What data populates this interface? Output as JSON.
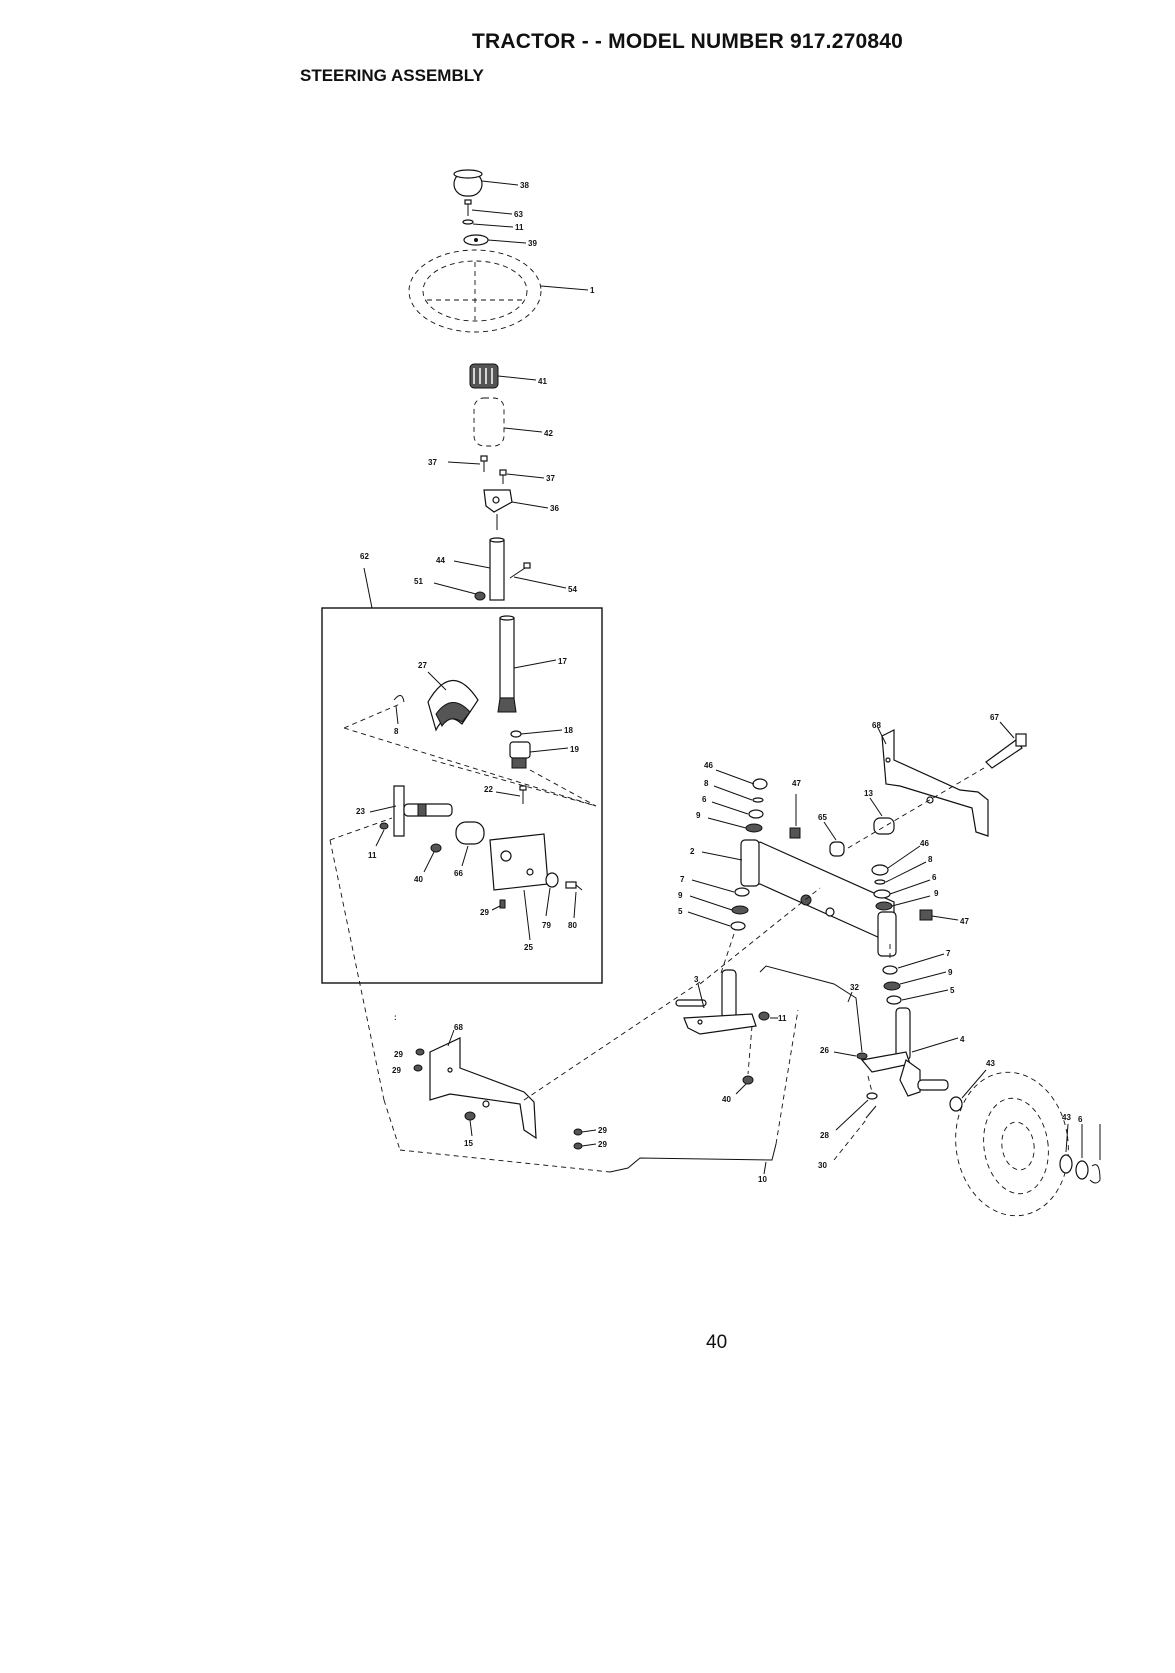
{
  "header": {
    "title": "TRACTOR - - MODEL NUMBER 917.270840",
    "subtitle": "STEERING ASSEMBLY"
  },
  "footer": {
    "page_number": "40"
  },
  "callouts": {
    "c38": "38",
    "c63": "63",
    "c11a": "11",
    "c39": "39",
    "c1": "1",
    "c41": "41",
    "c42": "42",
    "c37a": "37",
    "c37b": "37",
    "c36": "36",
    "c62": "62",
    "c44": "44",
    "c51": "51",
    "c54": "54",
    "c17": "17",
    "c27": "27",
    "c8a": "8",
    "c18": "18",
    "c19": "19",
    "c22": "22",
    "c23": "23",
    "c11b": "11",
    "c40a": "40",
    "c66": "66",
    "c29a": "29",
    "c79": "79",
    "c80": "80",
    "c25": "25",
    "c68a": "68",
    "c67": "67",
    "c46a": "46",
    "c8b": "8",
    "c6a": "6",
    "c9a": "9",
    "c47a": "47",
    "c65": "65",
    "c13": "13",
    "c2": "2",
    "c46b": "46",
    "c8c": "8",
    "c6b": "6",
    "c9b": "9",
    "c47b": "47",
    "c7a": "7",
    "c9c": "9",
    "c5a": "5",
    "c7b": "7",
    "c9d": "9",
    "c5b": "5",
    "c3": "3",
    "c11c": "11",
    "c32": "32",
    "c4": "4",
    "c43a": "43",
    "c40b": "40",
    "c26": "26",
    "c28": "28",
    "c30": "30",
    "c68b": "68",
    "c29b": "29",
    "c29c": "29",
    "c15": "15",
    "c29d": "29",
    "c29e": "29",
    "c10": "10",
    "c43b": "43",
    "c6c": "6"
  }
}
